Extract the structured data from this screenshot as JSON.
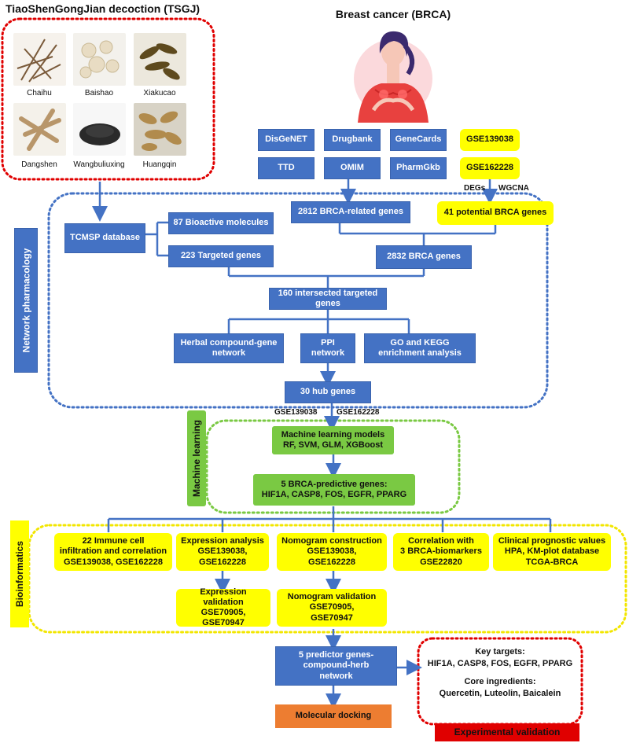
{
  "titles": {
    "tsgj": "TiaoShenGongJian decoction (TSGJ)",
    "brca": "Breast cancer (BRCA)"
  },
  "herbs": [
    "Chaihu",
    "Baishao",
    "Xiakucao",
    "Dangshen",
    "Wangbuliuxing",
    "Huangqin"
  ],
  "databases": [
    "DisGeNET",
    "Drugbank",
    "GeneCards",
    "TTD",
    "OMIM",
    "PharmGkb"
  ],
  "geo": [
    "GSE139038",
    "GSE162228"
  ],
  "labels": {
    "degs": "DEGs",
    "wgcna": "WGCNA",
    "gse_pair_1": "GSE139038",
    "gse_pair_2": "GSE162228"
  },
  "sections": {
    "network": "Network pharmacology",
    "ml": "Machine learning",
    "bio": "Bioinformatics"
  },
  "network": {
    "tcmsp": "TCMSP database",
    "bioactive": "87 Bioactive molecules",
    "targeted": "223 Targeted genes",
    "brca_related": "2812 BRCA-related genes",
    "potential": "41 potential BRCA genes",
    "brca_genes": "2832 BRCA genes",
    "intersected": "160 intersected targeted genes",
    "herbal": "Herbal compound-gene network",
    "ppi": "PPI network",
    "gokegg": "GO and KEGG enrichment analysis",
    "hub": "30 hub genes"
  },
  "ml": {
    "models_title": "Machine learning models",
    "models_list": "RF, SVM, GLM, XGBoost",
    "pred_title": "5 BRCA-predictive genes:",
    "pred_list": "HIF1A, CASP8, FOS, EGFR, PPARG"
  },
  "bio": {
    "immune_1": "22 Immune cell",
    "immune_2": "infiltration and correlation",
    "immune_3": "GSE139038, GSE162228",
    "expr_1": "Expression analysis",
    "expr_2": "GSE139038,",
    "expr_3": "GSE162228",
    "nomo_1": "Nomogram construction",
    "nomo_2": "GSE139038,",
    "nomo_3": "GSE162228",
    "corr_1": "Correlation with",
    "corr_2": "3 BRCA-biomarkers",
    "corr_3": "GSE22820",
    "clin_1": "Clinical prognostic values",
    "clin_2": "HPA, KM-plot database",
    "clin_3": "TCGA-BRCA",
    "exprval_1": "Expression validation",
    "exprval_2": "GSE70905,",
    "exprval_3": "GSE70947",
    "nomoval_1": "Nomogram validation",
    "nomoval_2": "GSE70905,",
    "nomoval_3": "GSE70947"
  },
  "final": {
    "network_1": "5 predictor genes-",
    "network_2": "compound-herb",
    "network_3": "network",
    "docking": "Molecular docking",
    "key_title": "Key targets:",
    "key_list": "HIF1A, CASP8, FOS, EGFR, PPARG",
    "core_title": "Core ingredients:",
    "core_list": "Quercetin, Luteolin, Baicalein",
    "experimental": "Experimental validation"
  },
  "colors": {
    "blue": "#4472C4",
    "yellow": "#FFFF00",
    "green": "#7AC943",
    "orange": "#ED7D31",
    "red": "#E00000",
    "dotted_blue": "#4472C4",
    "dotted_red": "#E00000",
    "dotted_green": "#7AC943",
    "dotted_yellow": "#F2E600"
  }
}
